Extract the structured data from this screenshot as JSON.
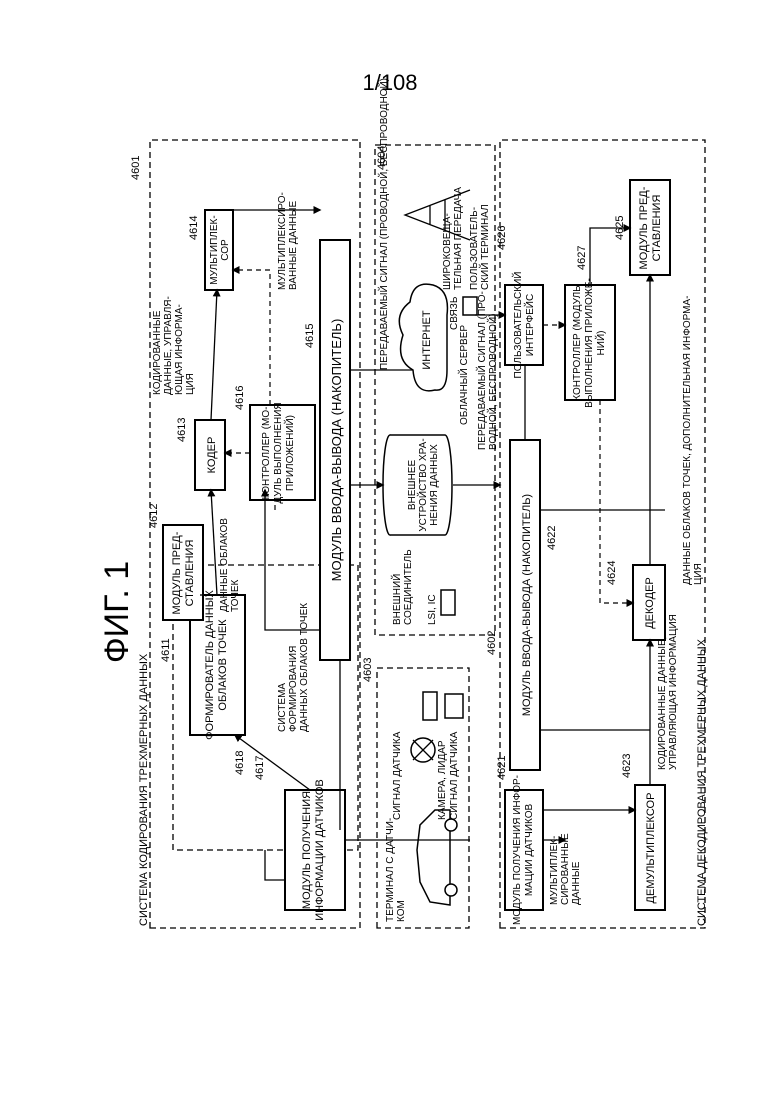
{
  "page_number": "1/108",
  "figure_title": "ФИГ. 1",
  "encoding_system": {
    "label": "СИСТЕМА КОДИРОВАНИЯ ТРЕХМЕРНЫХ ДАННЫХ",
    "ref": "4601",
    "pcd_system_label": "СИСТЕМА ФОРМИРОВАНИЯ ДАННЫХ ОБЛАКОВ ТОЧЕК",
    "pcd_system_ref": "4611",
    "sensor_info_module": {
      "label": "МОДУЛЬ ПОЛУЧЕНИЯ ИНФОРМАЦИИ ДАТЧИКОВ",
      "ref": "4617"
    },
    "pcd_generator": {
      "label": "ФОРМИРОВАТЕЛЬ ДАННЫХ ОБЛАКОВ ТОЧЕК",
      "ref": "4618"
    },
    "presentation_module": {
      "label": "МОДУЛЬ ПРЕДСТАВЛЕНИЯ",
      "ref": "4612"
    },
    "pcd_label": "ДАННЫЕ ОБЛАКОВ ТОЧЕК",
    "encoder": {
      "label": "КОДЕР",
      "ref": "4613"
    },
    "controller": {
      "label": "КОНТРОЛЛЕР (МОДУЛЬ ВЫПОЛНЕНИЯ ПРИЛОЖЕНИЙ)",
      "ref": "4616"
    },
    "encoded_label": "КОДИРОВАННЫЕ ДАННЫЕ, УПРАВЛЯЮЩАЯ ИНФОРМАЦИЯ",
    "multiplexer": {
      "label": "МУЛЬТИПЛЕКСОР",
      "ref": "4614"
    },
    "mux_data_label": "МУЛЬТИПЛЕКСИРОВАННЫЕ ДАННЫЕ",
    "io_module": {
      "label": "МОДУЛЬ ВВОДА-ВЫВОДА (НАКОПИТЕЛЬ)",
      "ref": "4615"
    }
  },
  "middle": {
    "sensor_group_ref": "4603",
    "sensor_terminal_label": "ТЕРМИНАЛ С ДАТЧИКОМ",
    "sensor_signal_label": "СИГНАЛ ДАТЧИКА",
    "camera_lidar_label": "КАМЕРА, ЛИДАР",
    "external_connector": "ВНЕШНИЙ СОЕДИНИТЕЛЬ",
    "lsi_ic": "LSI, IC",
    "external_storage": "ВНЕШНЕЕ УСТРОЙСТВО ХРАНЕНИЯ ДАННЫХ",
    "tx_signal_top": "ПЕРЕДАВАЕМЫЙ СИГНАЛ (ПРОВОДНОЙ, БЕСПРОВОДНОЙ)",
    "tx_signal_bottom": "ПЕРЕДАВАЕМЫЙ СИГНАЛ (ПРОВОДНОЙ, БЕСПРОВОДНОЙ)",
    "internet": "ИНТЕРНЕТ",
    "communication": "СВЯЗЬ",
    "cloud_server": "ОБЛАЧНЫЙ СЕРВЕР",
    "broadcast": "ШИРОКОВЕЩАТЕЛЬНАЯ ПЕРЕДАЧА",
    "broadcast_ref": "4604",
    "user_terminal": "ПОЛЬЗОВАТЕЛЬСКИЙ ТЕРМИНАЛ"
  },
  "decoding_system": {
    "label": "СИСТЕМА ДЕКОДИРОВАНИЯ ТРЕХМЕРНЫХ ДАННЫХ",
    "ref": "4602",
    "sensor_info_module": {
      "label": "МОДУЛЬ ПОЛУЧЕНИЯ ИНФОРМАЦИИ ДАТЧИКОВ",
      "ref": "4621"
    },
    "mux_data_label": "МУЛЬТИПЛЕКСИРОВАННЫЕ ДАННЫЕ",
    "demultiplexer": {
      "label": "ДЕМУЛЬТИПЛЕКСОР",
      "ref": "4623"
    },
    "encoded_label": "КОДИРОВАННЫЕ ДАННЫЕ, УПРАВЛЯЮЩАЯ ИНФОРМАЦИЯ",
    "decoder": {
      "label": "ДЕКОДЕР",
      "ref": "4624"
    },
    "io_module": {
      "label": "МОДУЛЬ ВВОДА-ВЫВОДА (НАКОПИТЕЛЬ)",
      "ref": "4622"
    },
    "pcd_additional_label": "ДАННЫЕ ОБЛАКОВ ТОЧЕК, ДОПОЛНИТЕЛЬНАЯ ИНФОРМАЦИЯ",
    "user_interface": {
      "label": "ПОЛЬЗОВАТЕЛЬСКИЙ ИНТЕРФЕЙС",
      "ref": "4626"
    },
    "controller": {
      "label": "КОНТРОЛЛЕР (МОДУЛЬ ВЫПОЛНЕНИЯ ПРИЛОЖЕНИЙ)",
      "ref": "4627"
    },
    "presentation_module": {
      "label": "МОДУЛЬ ПРЕДСТАВЛЕНИЯ",
      "ref": "4625"
    }
  }
}
